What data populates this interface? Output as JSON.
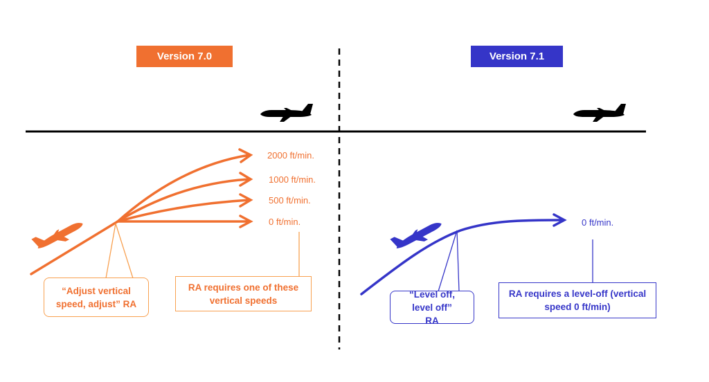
{
  "colors": {
    "v70": "#F07030",
    "v71": "#3535C8",
    "ground": "#000000"
  },
  "left": {
    "version_label": "Version 7.0",
    "rates": [
      "2000 ft/min.",
      "1000 ft/min.",
      "500 ft/min.",
      "0 ft/min."
    ],
    "callout_ra": "“Adjust vertical speed, adjust” RA",
    "callout_requirement": "RA requires one of these vertical speeds"
  },
  "right": {
    "version_label": "Version 7.1",
    "rate": "0 ft/min.",
    "callout_ra": "“Level off, level off” RA",
    "callout_requirement": "RA requires a level-off (vertical speed 0 ft/min)"
  }
}
